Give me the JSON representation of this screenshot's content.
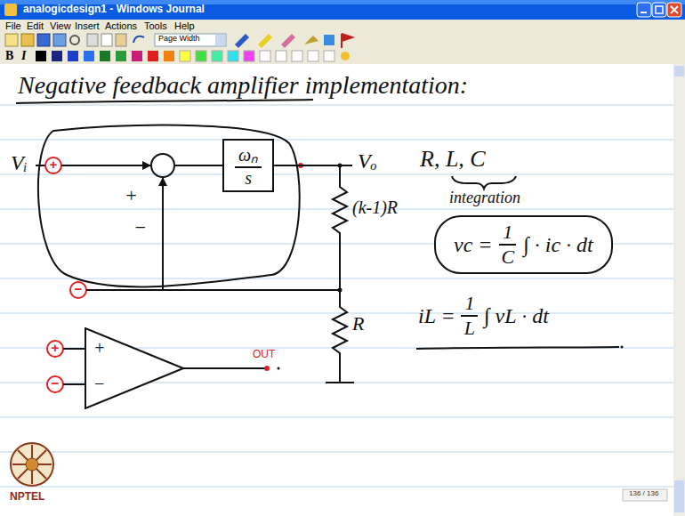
{
  "diagram": {
    "title": "Negative feedback amplifier implementation:",
    "nodes": [
      {
        "text": [
          "ωₙ",
          "s"
        ]
      },
      {
        "text": [
          "+",
          "−"
        ]
      },
      {
        "text": [
          "vc =",
          "1",
          "C",
          "∫ · ic · dt"
        ]
      }
    ],
    "labels": [
      "analogicdesign1 - Windows Journal",
      "File",
      "Edit",
      "View",
      "Insert",
      "Actions",
      "Tools",
      "Help",
      "Page Width",
      "B",
      "I",
      "Vᵢ",
      "+",
      "+",
      "−",
      "−",
      "Vₒ",
      "(k-1)R",
      "R",
      "+",
      "−",
      "OUT",
      "R, L, C",
      "integration",
      "iL =",
      "1",
      "L",
      "∫ vL · dt",
      "NPTEL",
      "136 / 136"
    ]
  }
}
